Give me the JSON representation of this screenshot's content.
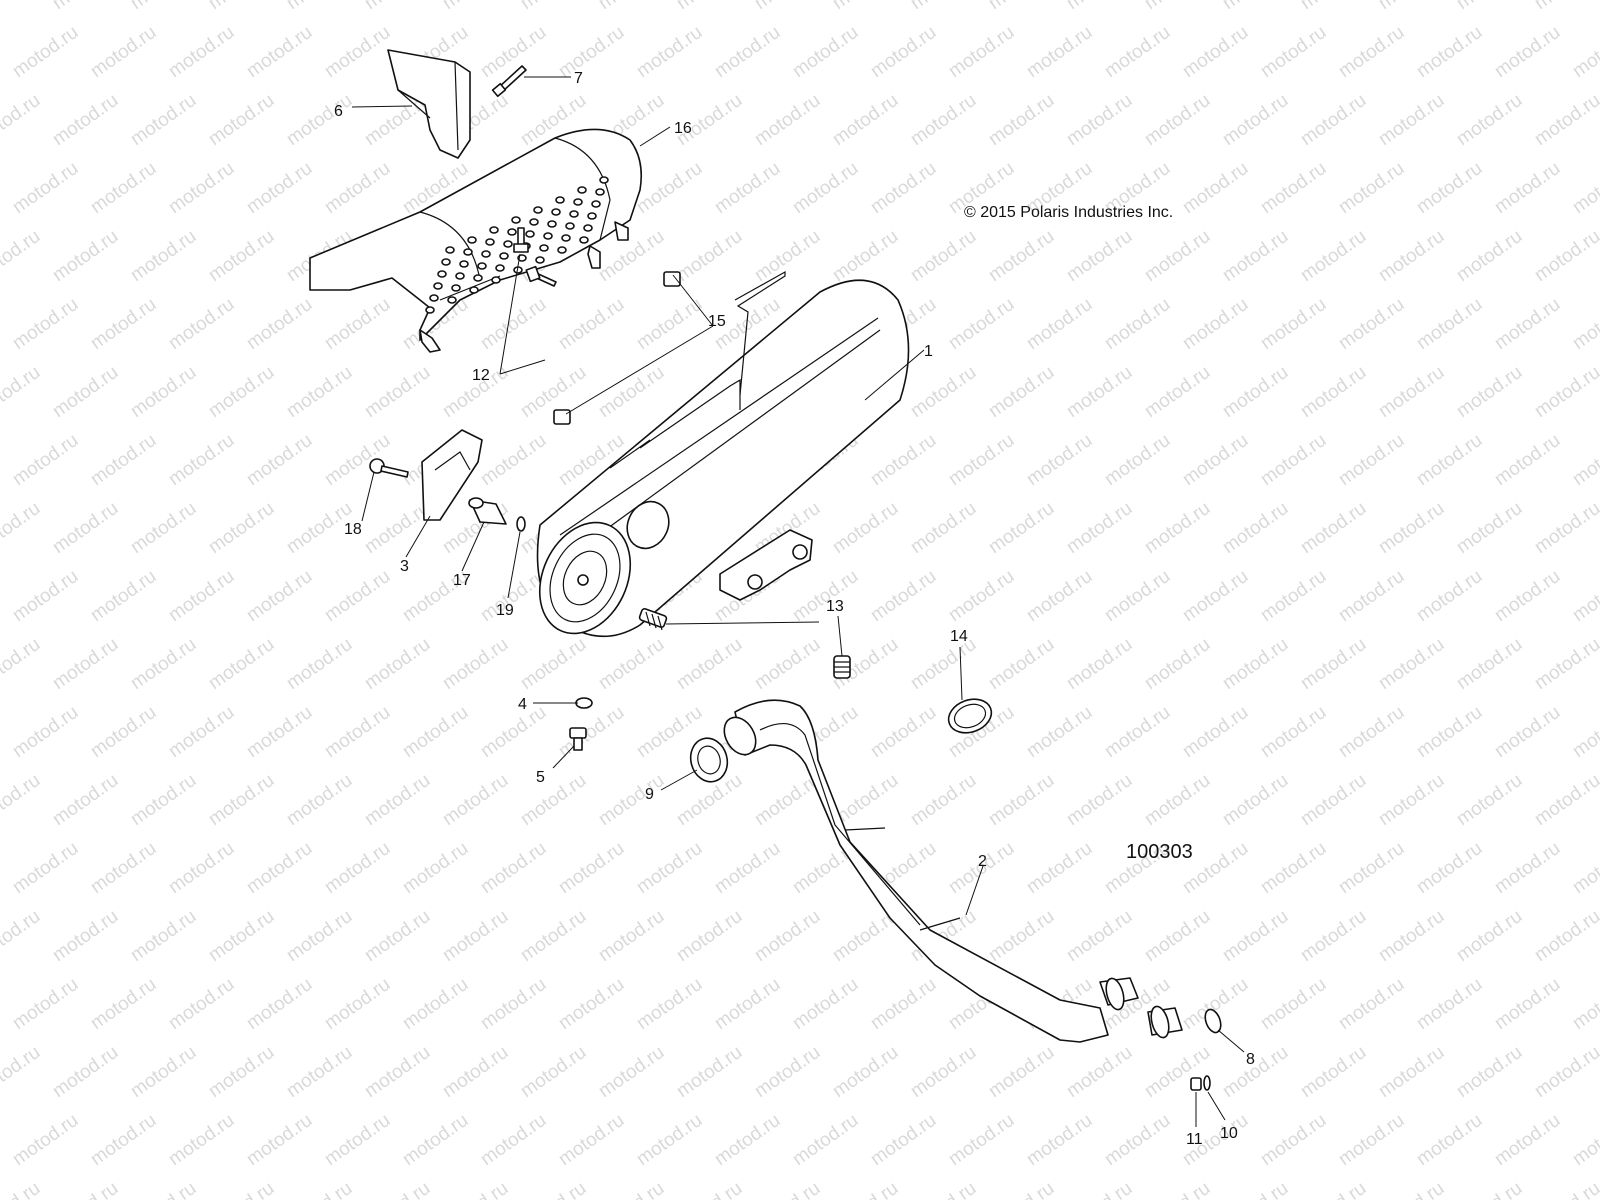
{
  "watermark_text": "motod.ru",
  "copyright": "© 2015 Polaris Industries Inc.",
  "diagram_id": "100303",
  "callouts": {
    "c1": "1",
    "c2": "2",
    "c3": "3",
    "c4": "4",
    "c5": "5",
    "c6": "6",
    "c7": "7",
    "c8": "8",
    "c9": "9",
    "c10": "10",
    "c11": "11",
    "c12": "12",
    "c13": "13",
    "c14": "14",
    "c15": "15",
    "c16": "16",
    "c17": "17",
    "c18": "18",
    "c19": "19"
  }
}
